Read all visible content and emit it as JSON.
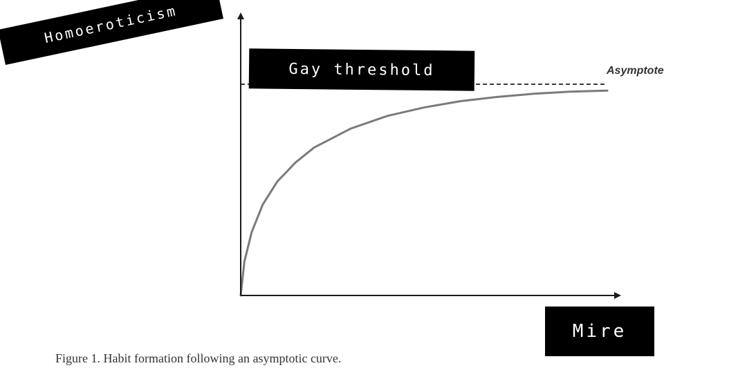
{
  "chart_data": {
    "type": "line",
    "xlabel": "Mire",
    "ylabel": "Homoeroticism",
    "threshold_label": "Gay threshold",
    "asymptote_label": "Asymptote",
    "caption": "Figure 1.  Habit formation following an asymptotic curve.",
    "series": [
      {
        "x": [
          0,
          0.01,
          0.03,
          0.06,
          0.1,
          0.15,
          0.2,
          0.3,
          0.4,
          0.5,
          0.6,
          0.7,
          0.8,
          0.9,
          1.0
        ],
        "y": [
          0,
          0.16,
          0.3,
          0.43,
          0.54,
          0.63,
          0.7,
          0.79,
          0.85,
          0.89,
          0.92,
          0.94,
          0.955,
          0.965,
          0.97
        ]
      }
    ],
    "asymptote_y": 1.0,
    "xlim": [
      0,
      1.0
    ],
    "ylim": [
      0,
      1.0
    ],
    "grid": false,
    "colors": {
      "curve": "#7a7a7a",
      "axes": "#1a1a1a",
      "asymptote": "#3a3a3a",
      "label_box": "#000000"
    }
  }
}
